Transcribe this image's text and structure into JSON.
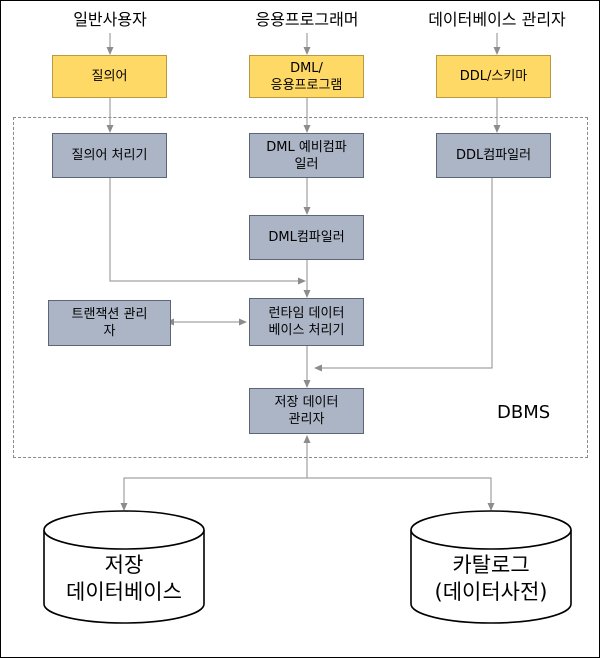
{
  "actors": {
    "general_user": "일반사용자",
    "app_programmer": "응용프로그래머",
    "dba": "데이터베이스 관리자"
  },
  "inputs": {
    "query": "질의어",
    "dml_app": "DML/\n응용프로그램",
    "ddl_schema": "DDL/스키마"
  },
  "components": {
    "query_processor": "질의어 처리기",
    "dml_precompiler": "DML 예비컴파\n일러",
    "ddl_compiler": "DDL컴파일러",
    "dml_compiler": "DML컴파일러",
    "transaction_manager": "트랜잭션 관리\n자",
    "runtime_processor": "런타임 데이터\n베이스 처리기",
    "storage_manager": "저장 데이터\n관리자"
  },
  "dbms_label": "DBMS",
  "databases": {
    "stored_db": "저장\n데이터베이스",
    "catalog": "카탈로그\n(데이터사전)"
  },
  "colors": {
    "input_fill": "#ffd966",
    "component_fill": "#acb5c6",
    "arrow": "#8c8c8c"
  }
}
